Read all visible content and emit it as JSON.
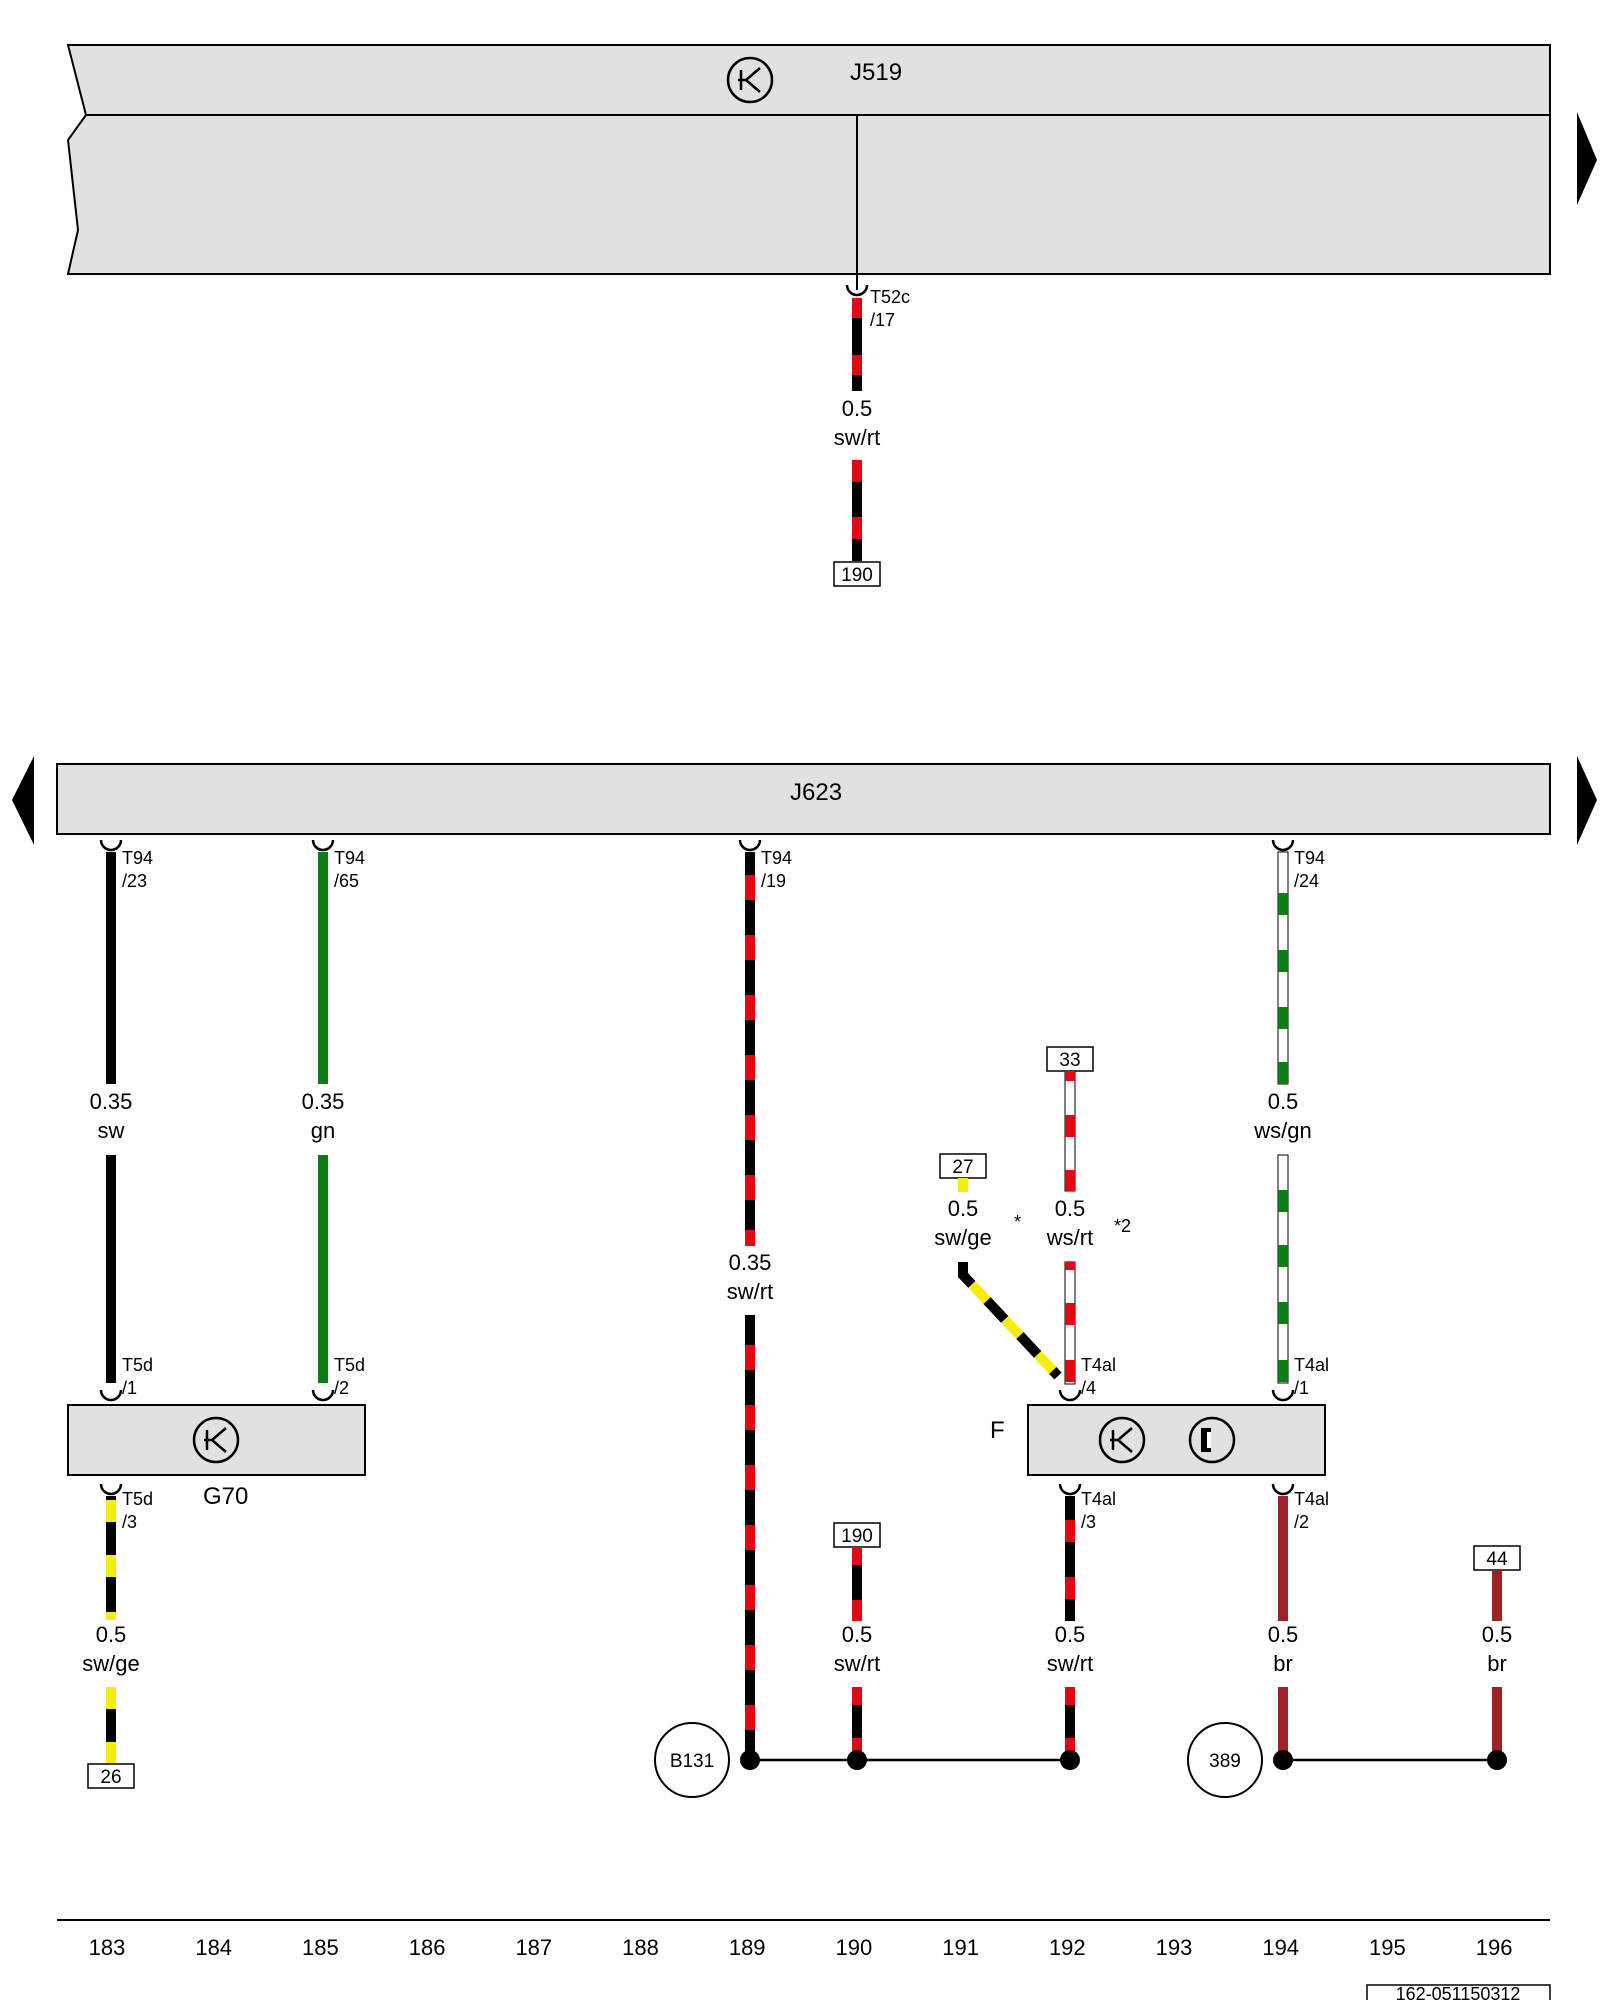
{
  "colors": {
    "module_fill": "#e1e1e1",
    "black": "#000000",
    "red": "#e30613",
    "green": "#0a7e12",
    "yellow": "#f7ec10",
    "white": "#ffffff",
    "brown": "#9a2424"
  },
  "modules": {
    "j519": {
      "name": "J519",
      "icon": "ground-arrow-symbol-icon"
    },
    "j623": {
      "name": "J623"
    },
    "g70": {
      "name": "G70",
      "icon": "ground-arrow-symbol-icon"
    },
    "f": {
      "name": "F",
      "icons": [
        "ground-arrow-symbol-icon",
        "switch-contact-symbol-icon"
      ]
    }
  },
  "connectors": {
    "t52c_17": {
      "name": "T52c",
      "pin": "/17"
    },
    "t94_23": {
      "name": "T94",
      "pin": "/23"
    },
    "t94_65": {
      "name": "T94",
      "pin": "/65"
    },
    "t94_19": {
      "name": "T94",
      "pin": "/19"
    },
    "t94_24": {
      "name": "T94",
      "pin": "/24"
    },
    "t5d_1": {
      "name": "T5d",
      "pin": "/1"
    },
    "t5d_2": {
      "name": "T5d",
      "pin": "/2"
    },
    "t5d_3": {
      "name": "T5d",
      "pin": "/3"
    },
    "t4al_4": {
      "name": "T4al",
      "pin": "/4"
    },
    "t4al_1": {
      "name": "T4al",
      "pin": "/1"
    },
    "t4al_3": {
      "name": "T4al",
      "pin": "/3"
    },
    "t4al_2": {
      "name": "T4al",
      "pin": "/2"
    }
  },
  "wires": {
    "w_j519": {
      "size": "0.5",
      "color": "sw/rt"
    },
    "w_183": {
      "size": "0.35",
      "color": "sw"
    },
    "w_185": {
      "size": "0.35",
      "color": "gn"
    },
    "w_189": {
      "size": "0.35",
      "color": "sw/rt"
    },
    "w_194": {
      "size": "0.5",
      "color": "ws/gn"
    },
    "w_27": {
      "size": "0.5",
      "color": "sw/ge",
      "note": "*"
    },
    "w_33": {
      "size": "0.5",
      "color": "ws/rt",
      "note": "*2"
    },
    "w_183b": {
      "size": "0.5",
      "color": "sw/ge"
    },
    "w_190": {
      "size": "0.5",
      "color": "sw/rt"
    },
    "w_192": {
      "size": "0.5",
      "color": "sw/rt"
    },
    "w_194b": {
      "size": "0.5",
      "color": "br"
    },
    "w_196": {
      "size": "0.5",
      "color": "br"
    }
  },
  "refs": {
    "ref_190a": "190",
    "ref_33": "33",
    "ref_27": "27",
    "ref_190b": "190",
    "ref_44": "44",
    "ref_26": "26"
  },
  "ground_points": [
    "B131",
    "389"
  ],
  "footer": {
    "columns": [
      "183",
      "184",
      "185",
      "186",
      "187",
      "188",
      "189",
      "190",
      "191",
      "192",
      "193",
      "194",
      "195",
      "196"
    ],
    "doc_id": "162-051150312"
  }
}
